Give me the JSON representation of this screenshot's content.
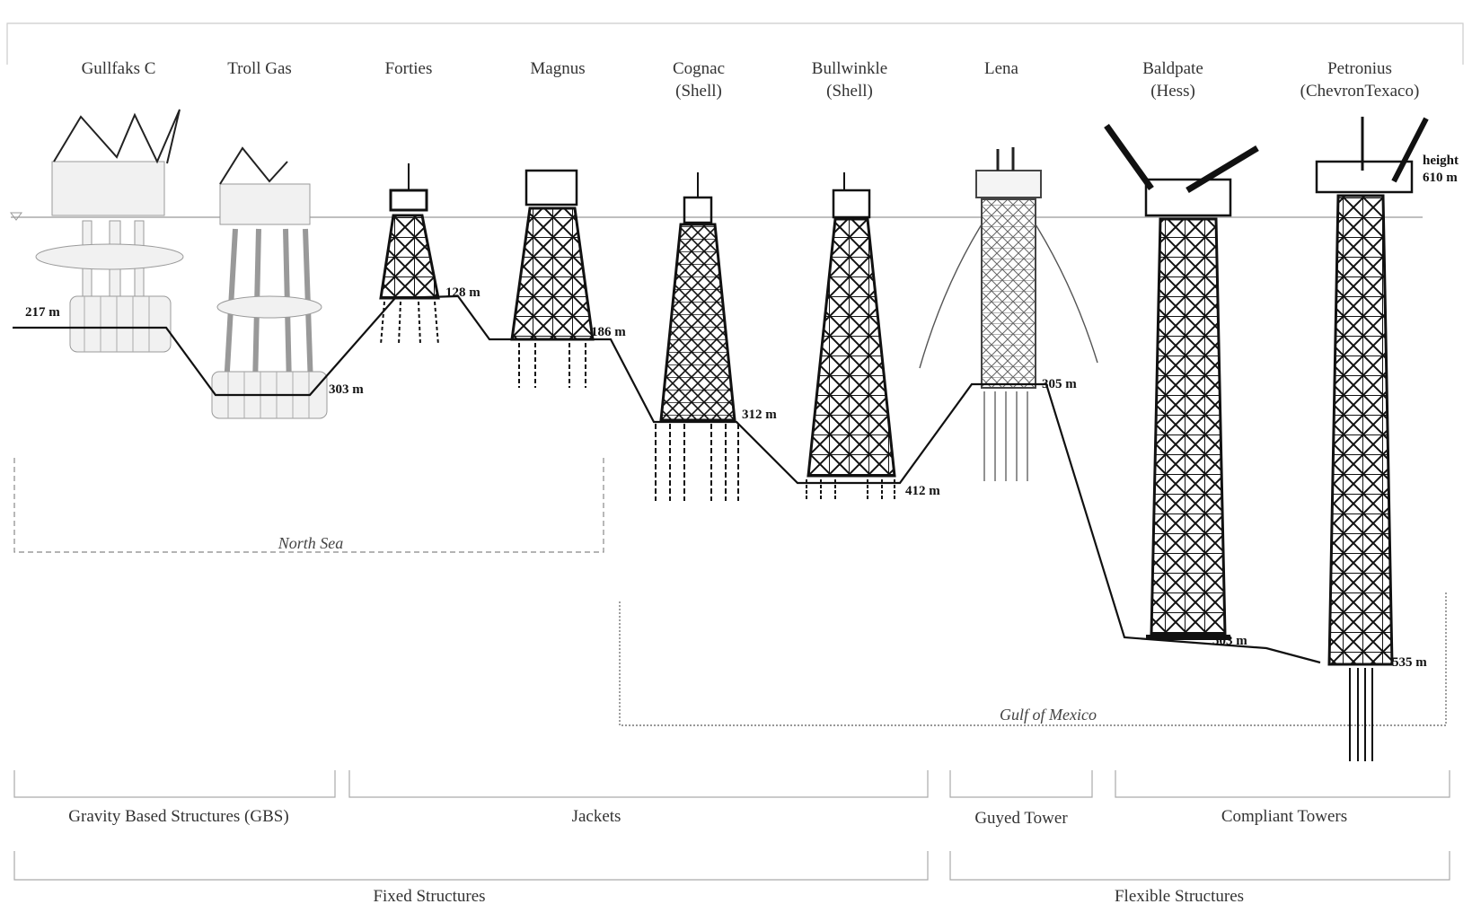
{
  "platforms": [
    {
      "id": "gullfaks",
      "name": "Gullfaks C",
      "sub": "",
      "depth": "217 m"
    },
    {
      "id": "troll",
      "name": "Troll Gas",
      "sub": "",
      "depth": "303 m"
    },
    {
      "id": "forties",
      "name": "Forties",
      "sub": "",
      "depth": "128 m"
    },
    {
      "id": "magnus",
      "name": "Magnus",
      "sub": "",
      "depth": "186 m"
    },
    {
      "id": "cognac",
      "name": "Cognac",
      "sub": "(Shell)",
      "depth": "312 m"
    },
    {
      "id": "bullwinkle",
      "name": "Bullwinkle",
      "sub": "(Shell)",
      "depth": "412 m"
    },
    {
      "id": "lena",
      "name": "Lena",
      "sub": "",
      "depth": "305 m"
    },
    {
      "id": "baldpate",
      "name": "Baldpate",
      "sub": "(Hess)",
      "depth": "503 m"
    },
    {
      "id": "petronius",
      "name": "Petronius",
      "sub": "(ChevronTexaco)",
      "depth": "535 m"
    }
  ],
  "height_label": {
    "line1": "height",
    "line2": "610 m"
  },
  "regions": {
    "north_sea": "North Sea",
    "gulf_of_mexico": "Gulf of Mexico"
  },
  "categories": {
    "gbs": "Gravity Based Structures (GBS)",
    "jackets": "Jackets",
    "guyed_tower": "Guyed Tower",
    "compliant_towers": "Compliant Towers",
    "fixed": "Fixed Structures",
    "flexible": "Flexible Structures"
  }
}
